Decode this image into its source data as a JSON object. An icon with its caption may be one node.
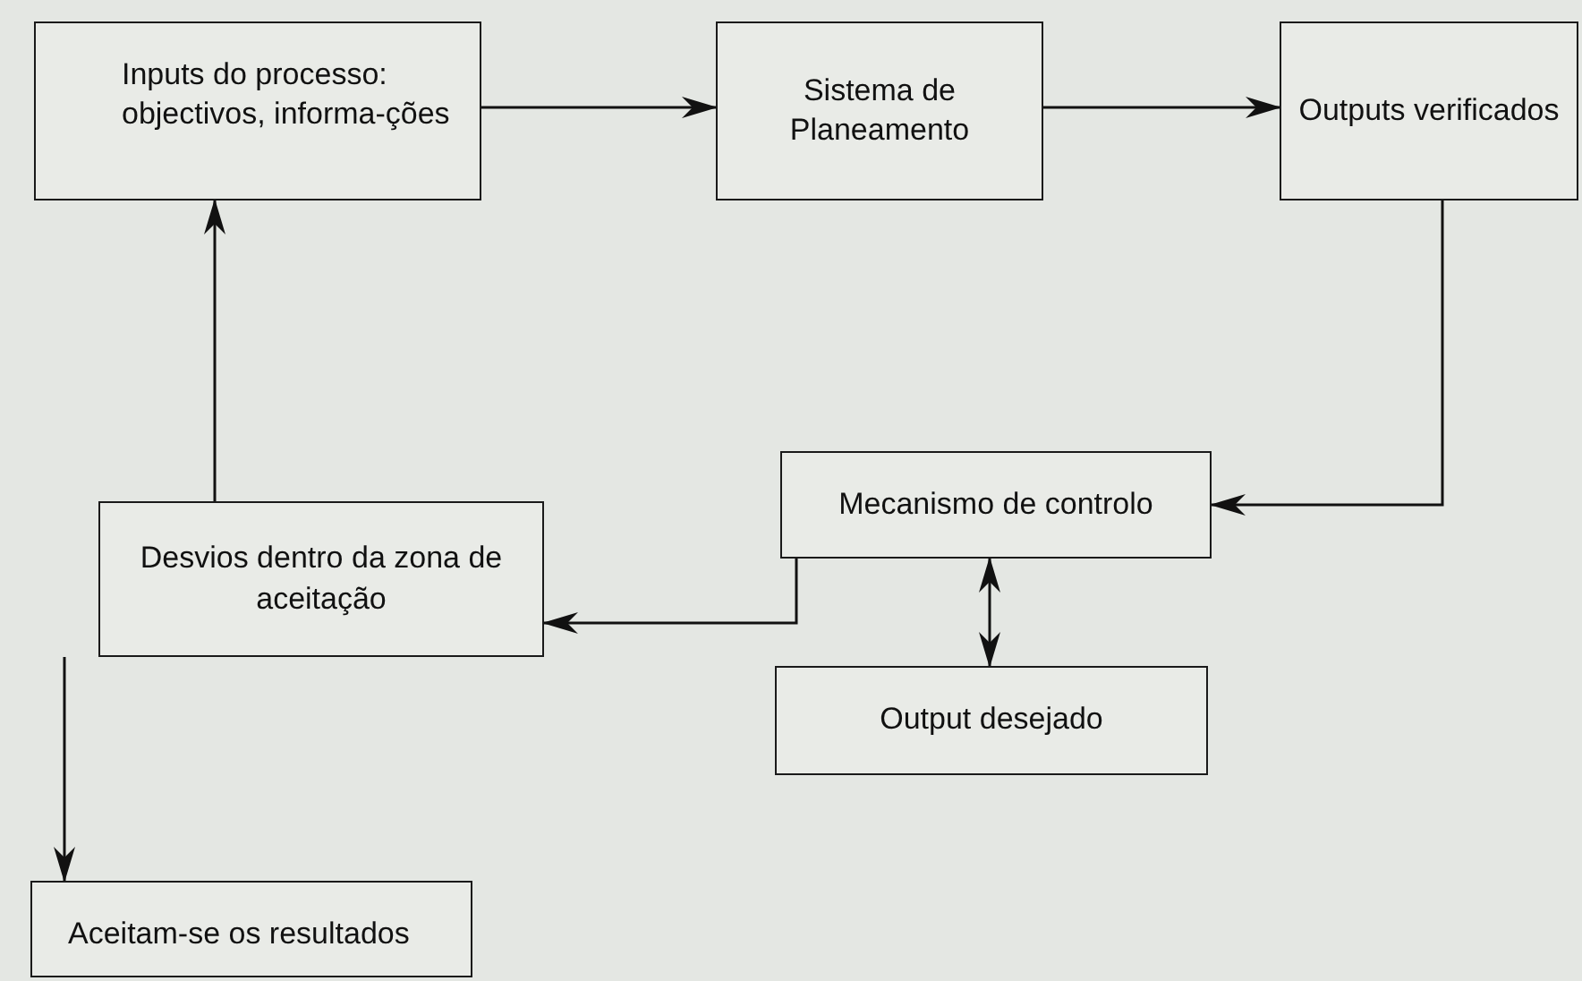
{
  "diagram": {
    "nodes": [
      {
        "text": [
          "Inputs do processo: objectivos, informa-ções"
        ]
      },
      {
        "text": [
          "Sistema de Planeamento"
        ]
      },
      {
        "text": [
          "Outputs verificados"
        ]
      },
      {
        "text": [
          "Mecanismo de controlo"
        ]
      },
      {
        "text": [
          "Desvios dentro da zona de aceitação"
        ]
      },
      {
        "text": [
          "Output desejado"
        ]
      },
      {
        "text": [
          "Aceitam-se os resultados"
        ]
      }
    ],
    "edges": [
      {
        "from": 0,
        "to": 1,
        "arrow": "to"
      },
      {
        "from": 1,
        "to": 2,
        "arrow": "to"
      },
      {
        "from": 2,
        "to": 3,
        "arrow": "to"
      },
      {
        "from": 3,
        "to": 4,
        "arrow": "to"
      },
      {
        "from": 4,
        "to": 0,
        "arrow": "to"
      },
      {
        "from": 3,
        "to": 5,
        "arrow": "both"
      },
      {
        "from": 4,
        "to": 6,
        "arrow": "to"
      }
    ]
  }
}
